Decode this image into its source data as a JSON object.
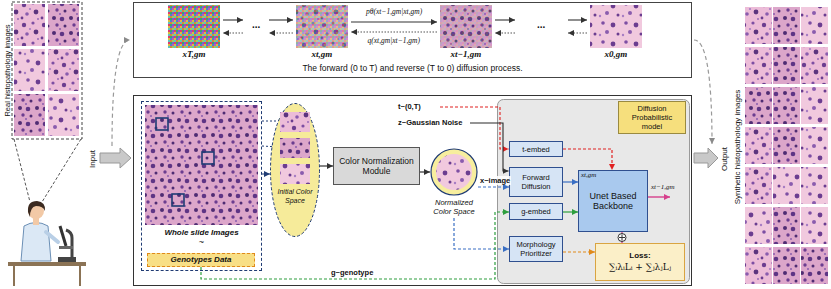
{
  "diagram": {
    "nodes": [
      {
        "text": [
          "The forward (0 to T) and reverse (T to 0) diffusion process."
        ]
      },
      {
        "text": [
          "Whole slide Images",
          "~"
        ]
      },
      {
        "text": [
          "Genotypes Data"
        ],
        "in": 1
      },
      {
        "text": [
          "Initial Color Space"
        ]
      },
      {
        "text": [
          "Color Normalization Module"
        ]
      },
      {
        "text": [
          "Normalized Color Space"
        ]
      },
      {
        "text": [
          "t-embed"
        ]
      },
      {
        "text": [
          "Forward Diffusion"
        ]
      },
      {
        "text": [
          "g-embed"
        ]
      },
      {
        "text": [
          "Morphology Prioritizer"
        ]
      },
      {
        "text": [
          "Unet Based Backbone"
        ]
      },
      {
        "text": [
          "Diffusion Probabilistic model"
        ]
      },
      {
        "text": [
          "Loss:",
          "∑ᵢλᵢLᵢ + ∑ⱼλⱼLⱼ"
        ]
      }
    ],
    "edges": [
      {
        "from": 1,
        "to": 3,
        "arrow": "to"
      },
      {
        "from": 3,
        "to": 4,
        "arrow": "to"
      },
      {
        "from": 4,
        "to": 5,
        "arrow": "to"
      },
      {
        "from": 5,
        "to": 7,
        "label": "x~image",
        "arrow": "to"
      },
      {
        "from": 5,
        "to": 9,
        "arrow": "to"
      },
      {
        "from": 2,
        "to": 8,
        "label": "g~genotype",
        "arrow": "to"
      },
      {
        "from": 6,
        "to": 10,
        "arrow": "to"
      },
      {
        "from": 7,
        "to": 10,
        "arrow": "to"
      },
      {
        "from": 8,
        "to": 10,
        "arrow": "to"
      },
      {
        "from": 9,
        "to": 12,
        "arrow": "to"
      },
      {
        "from": 10,
        "to": 12,
        "arrow": "to"
      }
    ],
    "labels": [
      "Real histopathology images",
      "Synthetic histopathology images",
      "Input",
      "Output",
      "xT,gm",
      "xt,gm",
      "xt−1,gm",
      "x0,gm",
      "pθ(xt−1,gm|xt,gm)",
      "q(xt,gm|xt−1,gm)",
      "t~(0,T)",
      "z~Gaussian Noise",
      "xt,gm",
      "xt−1,gm",
      "...",
      "..."
    ]
  }
}
